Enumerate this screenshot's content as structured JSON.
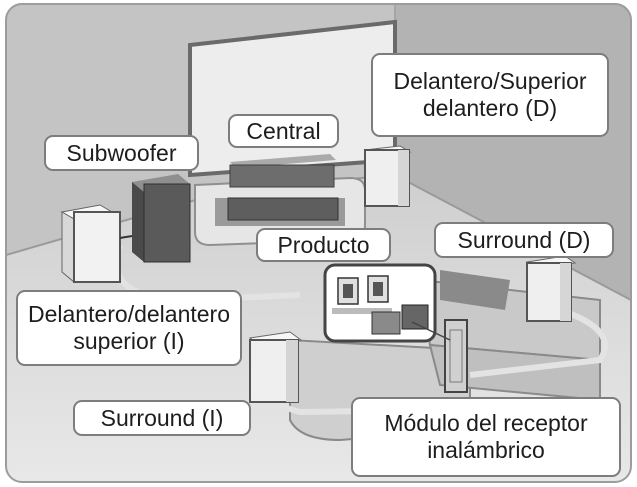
{
  "labels": {
    "front_right": [
      "Delantero/Superior",
      "delantero (D)"
    ],
    "central": "Central",
    "subwoofer": "Subwoofer",
    "producto": "Producto",
    "surround_right": "Surround (D)",
    "front_left": [
      "Delantero/delantero",
      "superior (I)"
    ],
    "surround_left": "Surround (I)",
    "wireless_module": [
      "Módulo del receptor",
      "inalámbrico"
    ]
  },
  "colors": {
    "floor": "#dcdcdc",
    "wall": "#bdbdbd",
    "speaker_light": "#f2f2f2",
    "speaker_dark": "#555555",
    "label_border": "#7d7d7d"
  }
}
